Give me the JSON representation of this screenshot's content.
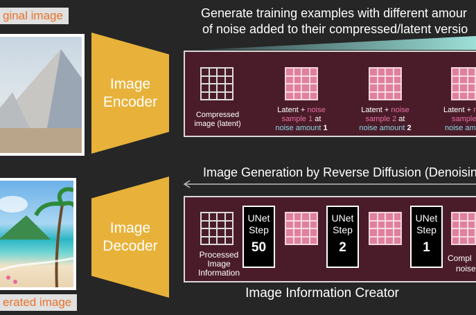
{
  "labels": {
    "original": "ginal image",
    "generated": "erated image"
  },
  "encoder": {
    "line1": "Image",
    "line2": "Encoder"
  },
  "decoder": {
    "line1": "Image",
    "line2": "Decoder"
  },
  "top_heading": {
    "line1": "Generate training examples with different amour",
    "line2": "of noise added to their compressed/latent versio"
  },
  "middle_heading": "Image Generation by Reverse Diffusion (Denoisin",
  "bottom_caption": "Image Information Creator",
  "training_samples": [
    {
      "line1": "Compressed",
      "line2": "image (latent)"
    },
    {
      "latent": "Latent + ",
      "noise": "noise",
      "sample": "sample 1",
      "at": " at",
      "amount_label": "noise amount ",
      "amount": "1"
    },
    {
      "latent": "Latent + ",
      "noise": "noise",
      "sample": "sample 2",
      "at": " at",
      "amount_label": "noise amount ",
      "amount": "2"
    },
    {
      "latent": "Latent + ",
      "noise": "n",
      "sample": "sample",
      "at": "",
      "amount_label": "noise amo",
      "amount": ""
    }
  ],
  "generation": {
    "processed": [
      "Processed",
      "Image",
      "Information"
    ],
    "unet": [
      {
        "name": "UNet",
        "step": "Step",
        "num": "50"
      },
      {
        "name": "UNet",
        "step": "Step",
        "num": "2"
      },
      {
        "name": "UNet",
        "step": "Step",
        "num": "1"
      }
    ],
    "partial": [
      "Compl",
      "noise"
    ]
  },
  "colors": {
    "coder": "#e8b23a",
    "panel": "#4a1c2a",
    "noise_text": "#e86fa0",
    "amount_text": "#8ad7e6",
    "label_text": "#e8722a"
  }
}
